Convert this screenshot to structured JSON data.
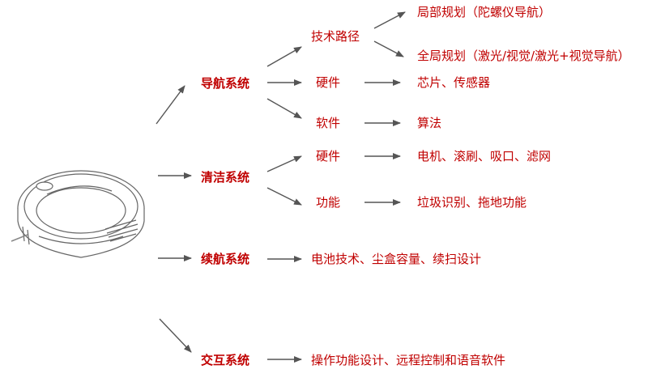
{
  "systems": {
    "navigation": "导航系统",
    "cleaning": "清洁系统",
    "endurance": "续航系统",
    "interaction": "交互系统"
  },
  "navigation": {
    "tech_route": "技术路径",
    "local_planning": "局部规划（陀螺仪导航）",
    "global_planning": "全局规划（激光/视觉/激光+视觉导航）",
    "hardware": "硬件",
    "hardware_detail": "芯片、传感器",
    "software": "软件",
    "software_detail": "算法"
  },
  "cleaning": {
    "hardware": "硬件",
    "hardware_detail": "电机、滚刷、吸口、滤网",
    "function": "功能",
    "function_detail": "垃圾识别、拖地功能"
  },
  "endurance": {
    "detail": "电池技术、尘盒容量、续扫设计"
  },
  "interaction": {
    "detail": "操作功能设计、远程控制和语音软件"
  },
  "colors": {
    "text": "#c00000",
    "arrow": "#555555"
  }
}
